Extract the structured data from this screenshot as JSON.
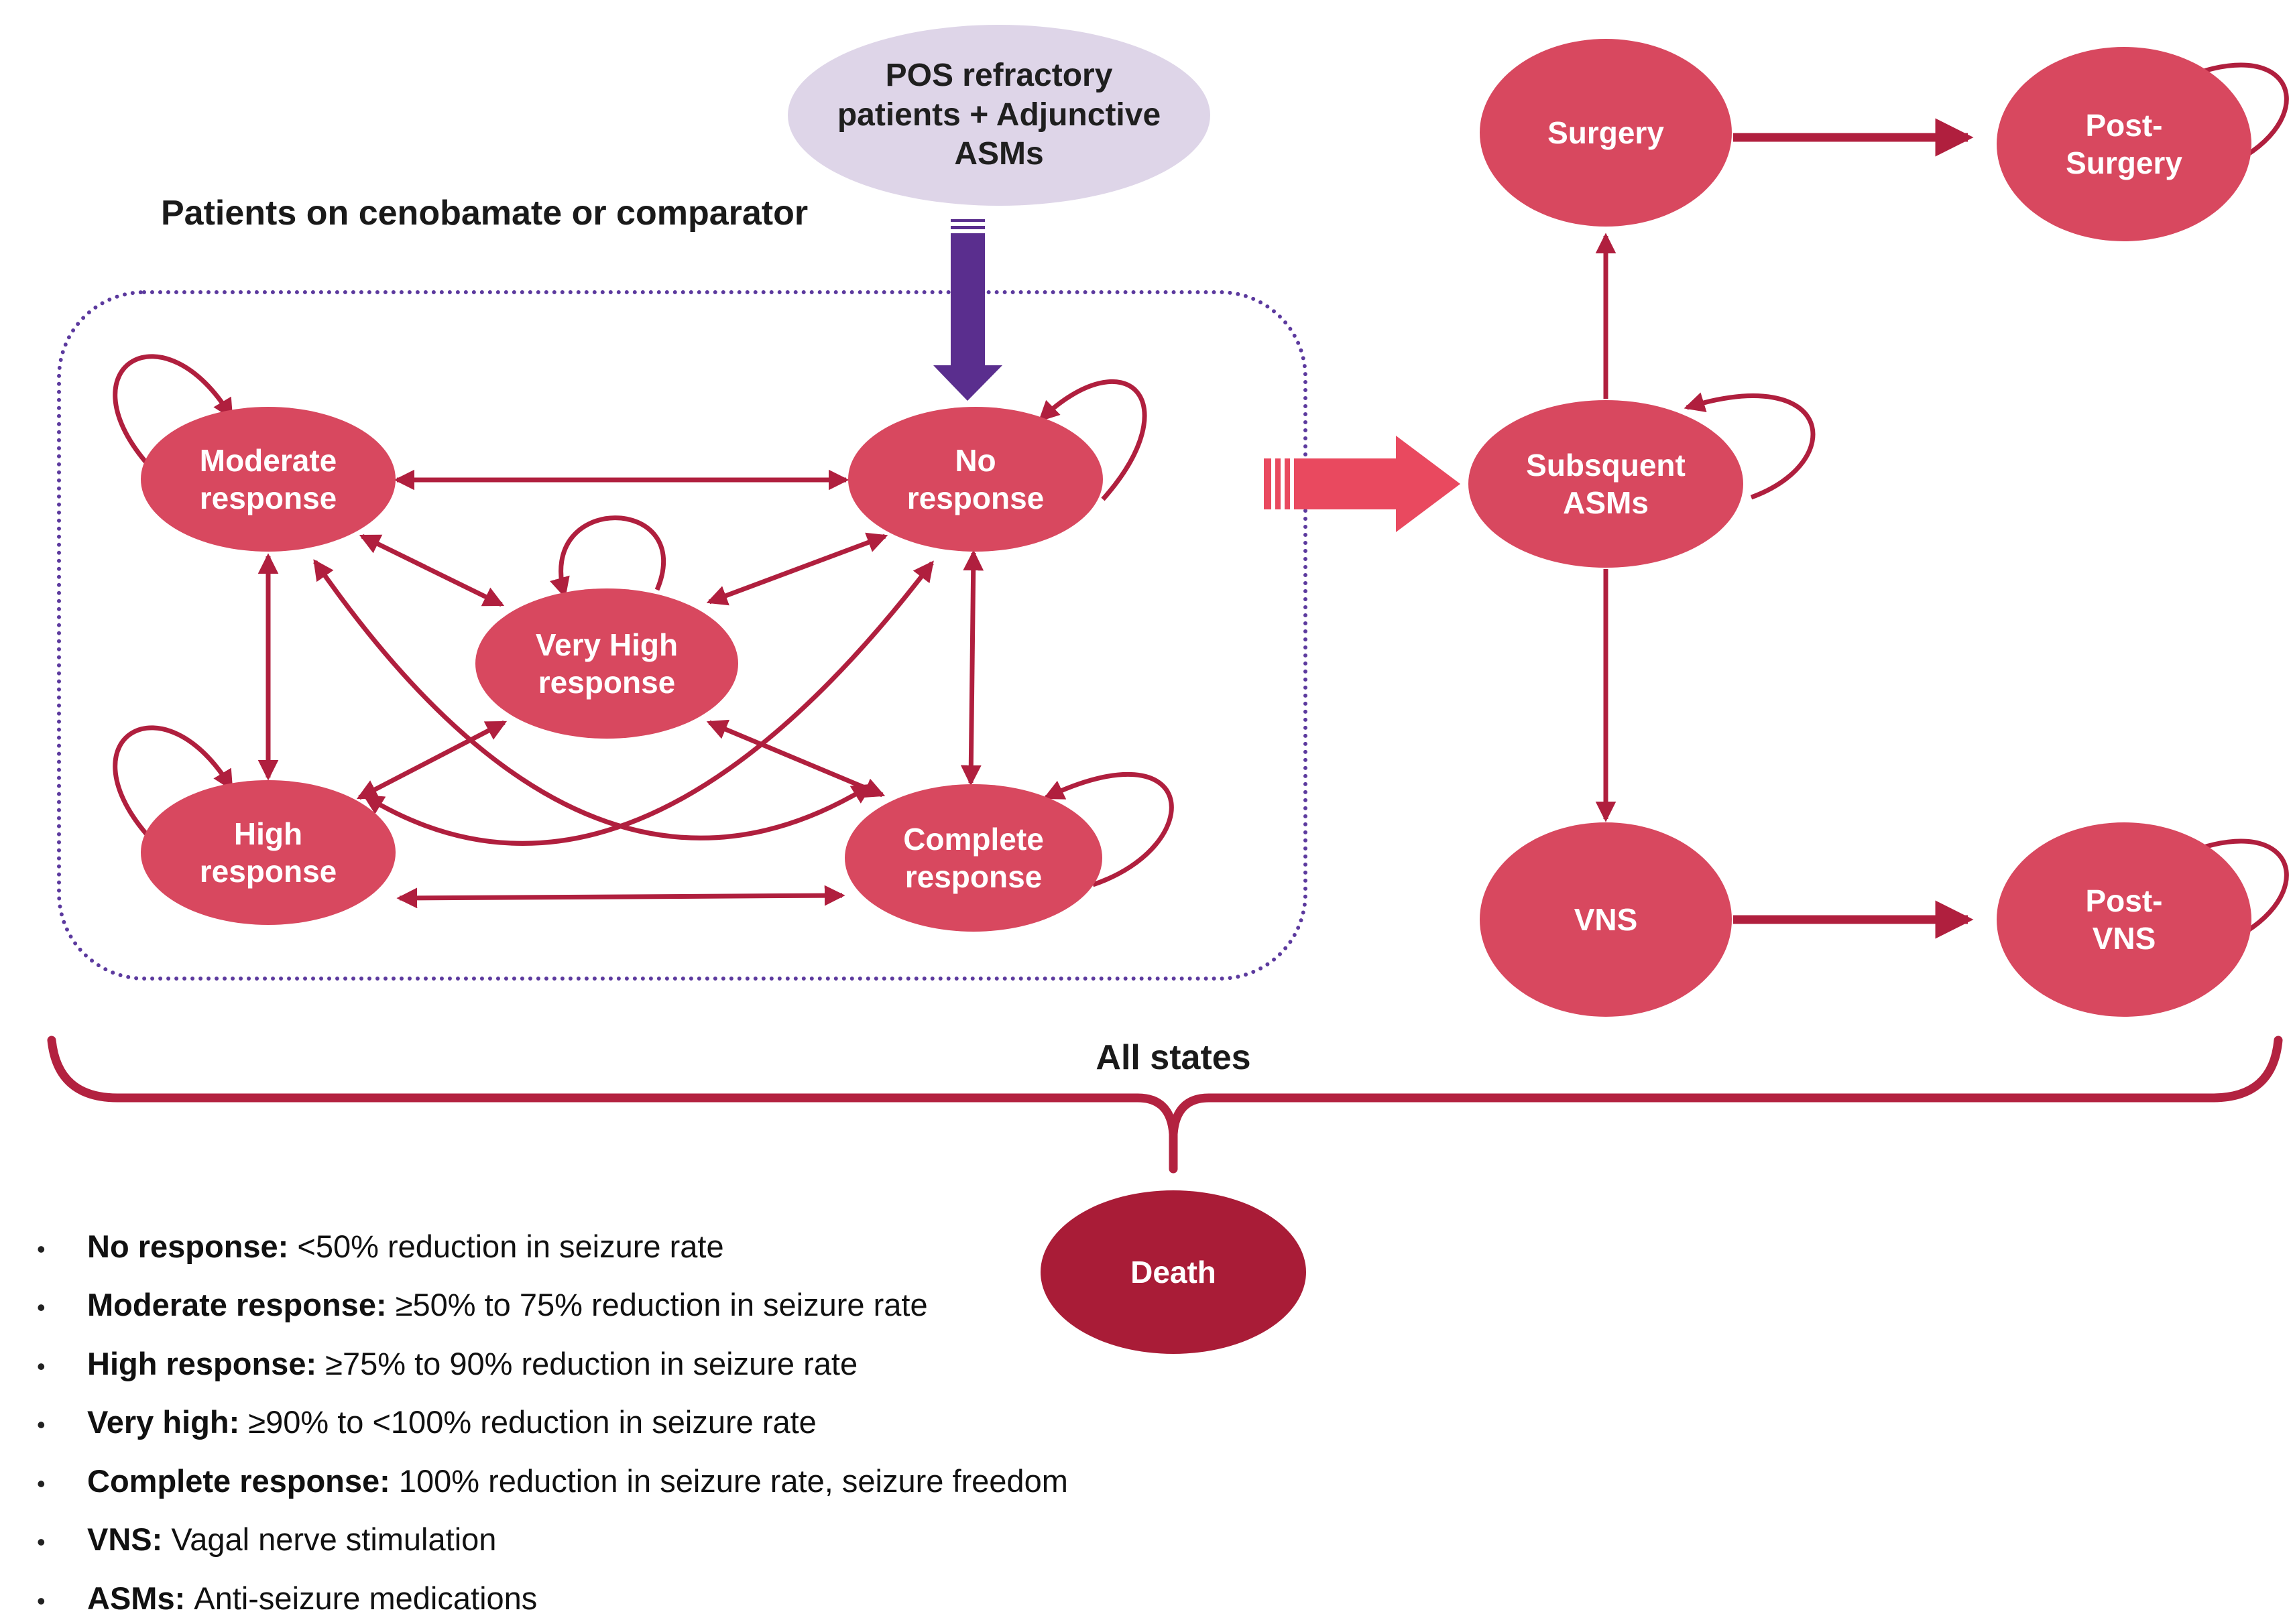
{
  "header": {
    "title": "Patients on cenobamate or comparator"
  },
  "entry": {
    "label": "POS refractory patients + Adjunctive ASMs"
  },
  "nodes": {
    "moderate": {
      "label": "Moderate response"
    },
    "no_response": {
      "label": "No response"
    },
    "very_high": {
      "label": "Very High response"
    },
    "high": {
      "label": "High response"
    },
    "complete": {
      "label": "Complete response"
    },
    "surgery": {
      "label": "Surgery"
    },
    "post_surgery": {
      "label": "Post-Surgery"
    },
    "subsequent_asms": {
      "label": "Subsquent ASMs"
    },
    "vns": {
      "label": "VNS"
    },
    "post_vns": {
      "label": "Post-VNS"
    },
    "death": {
      "label": "Death"
    }
  },
  "all_states": {
    "label": "All states"
  },
  "legend": {
    "items": [
      {
        "term": "No response:",
        "text": " <50% reduction in seizure rate"
      },
      {
        "term": "Moderate response:",
        "text": " ≥50% to 75% reduction in seizure rate"
      },
      {
        "term": "High response:",
        "text": " ≥75% to 90% reduction in seizure rate"
      },
      {
        "term": "Very high:",
        "text": " ≥90% to <100% reduction in seizure rate"
      },
      {
        "term": "Complete response:",
        "text": " 100% reduction in seizure rate, seizure freedom"
      },
      {
        "term": "VNS:",
        "text": " Vagal nerve stimulation"
      },
      {
        "term": "ASMs:",
        "text": " Anti-seizure medications"
      }
    ]
  },
  "colors": {
    "state_fill": "#D8485F",
    "death_fill": "#A91C37",
    "entry_fill": "#DED5E8",
    "arrow": "#B01F3E",
    "entry_arrow": "#5A2E8E",
    "transition_arrow": "#E9495F",
    "boundary": "#5C3A9E"
  }
}
